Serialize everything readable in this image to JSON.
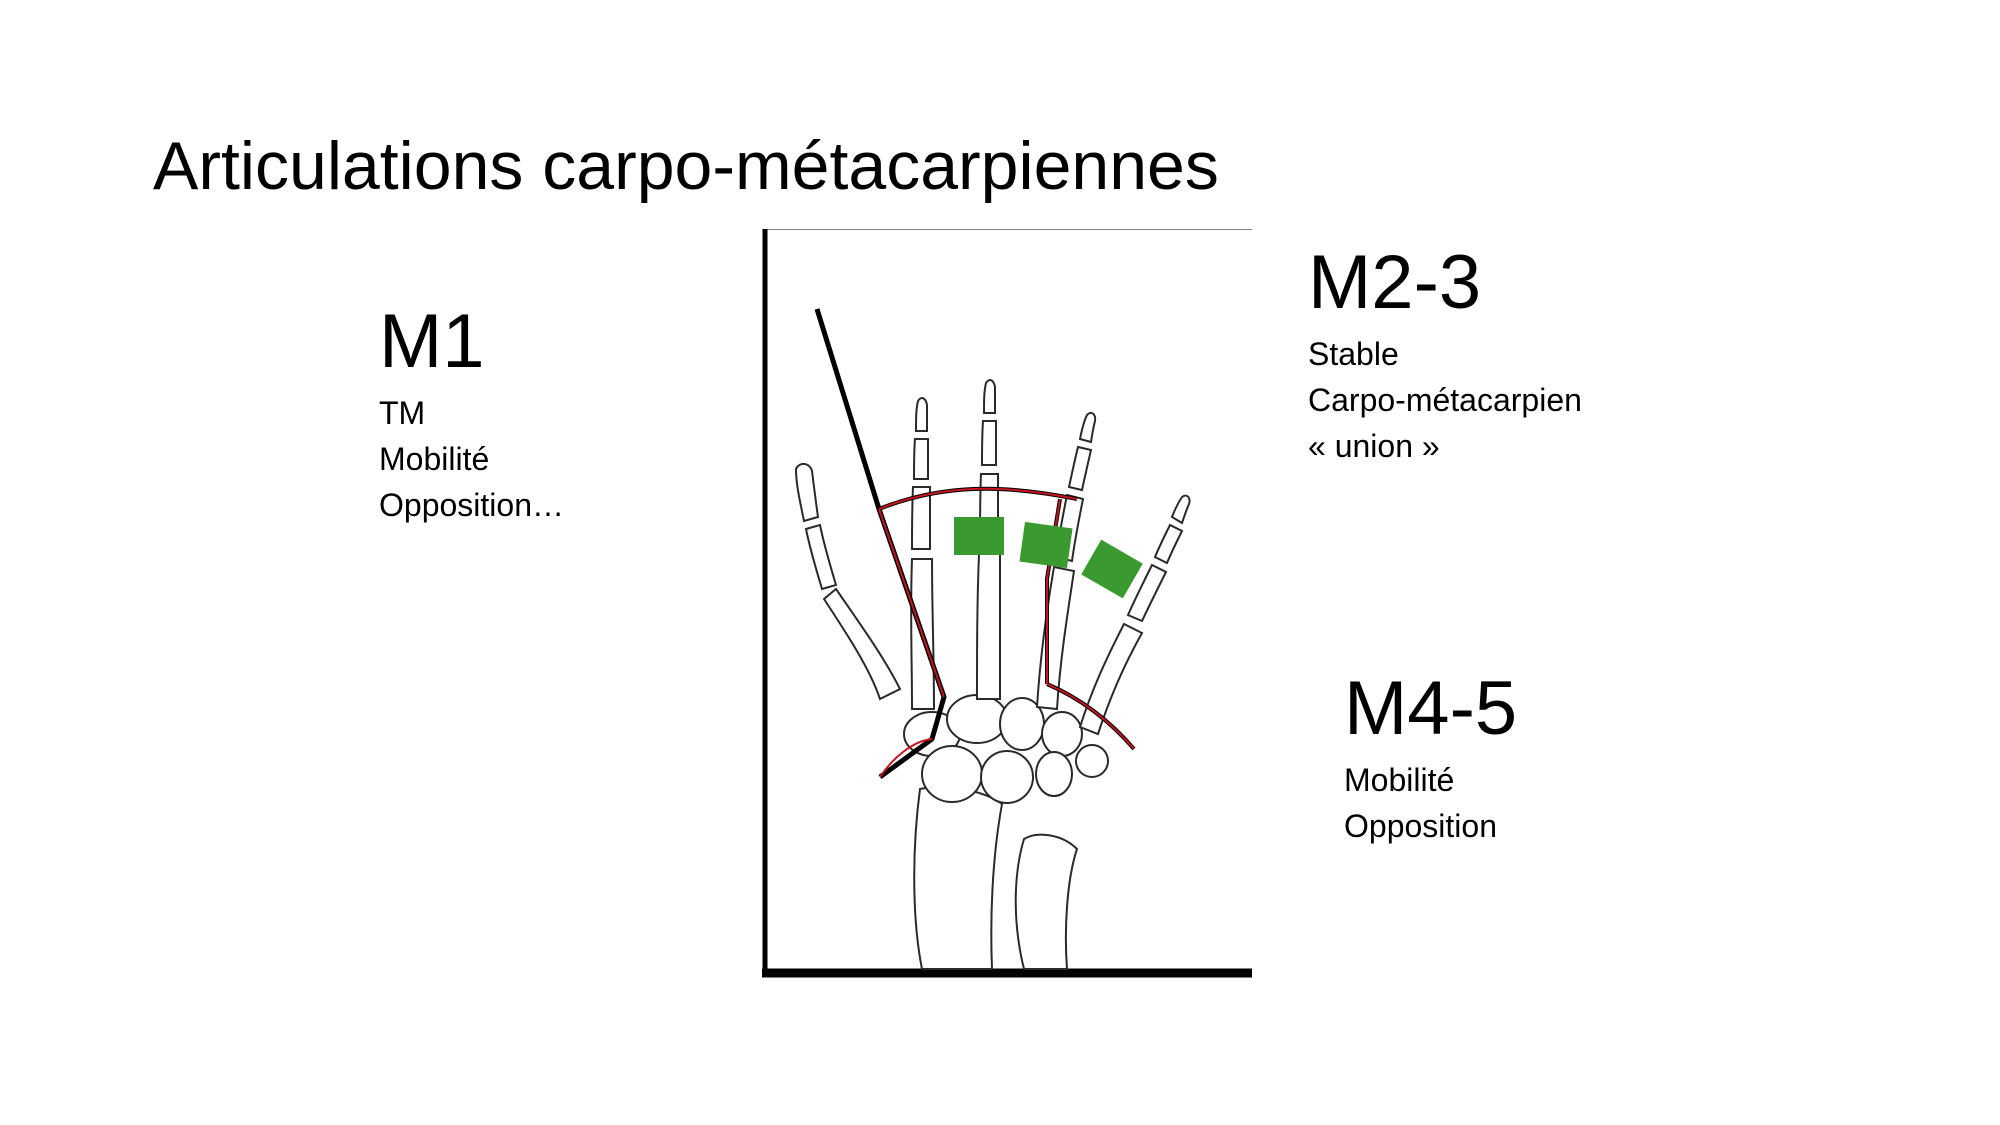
{
  "slide": {
    "title": "Articulations carpo-métacarpiennes"
  },
  "groups": [
    {
      "id": "m1",
      "heading": "M1",
      "lines": [
        "TM",
        "Mobilité",
        "Opposition…"
      ]
    },
    {
      "id": "m23",
      "heading": "M2-3",
      "lines": [
        "Stable",
        "Carpo-métacarpien",
        "« union »"
      ]
    },
    {
      "id": "m45",
      "heading": "M4-5",
      "lines": [
        "Mobilité",
        "Opposition"
      ]
    }
  ],
  "figure": {
    "subject": "hand skeleton diagram",
    "outline_color": "#c8141e",
    "divider_color": "#000000",
    "marker_color": "#3a9a2f"
  }
}
